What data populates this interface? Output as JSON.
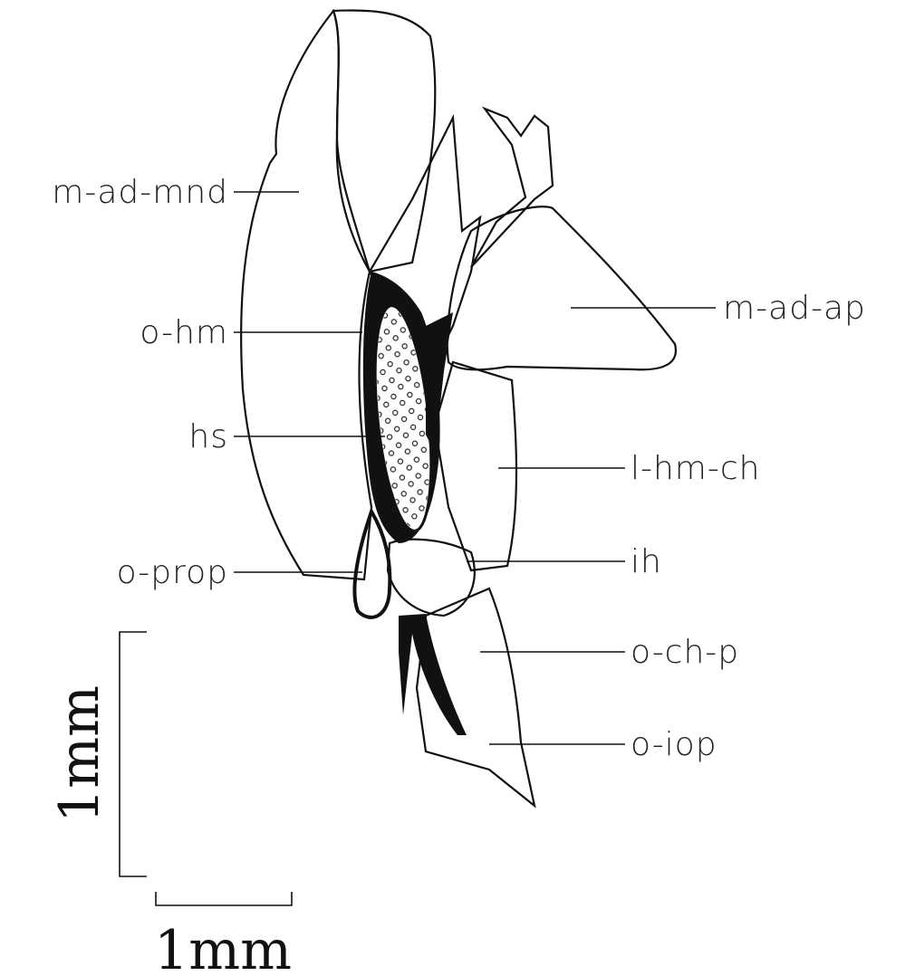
{
  "labels": {
    "m_ad_mnd": "m-ad-mnd",
    "o_hm": "o-hm",
    "hs": "hs",
    "o_prop": "o-prop",
    "m_ad_ap": "m-ad-ap",
    "l_hm_ch": "l-hm-ch",
    "ih": "ih",
    "o_ch_p": "o-ch-p",
    "o_iop": "o-iop"
  },
  "scale_bars": {
    "vertical_label": "1mm",
    "horizontal_label": "1mm"
  }
}
